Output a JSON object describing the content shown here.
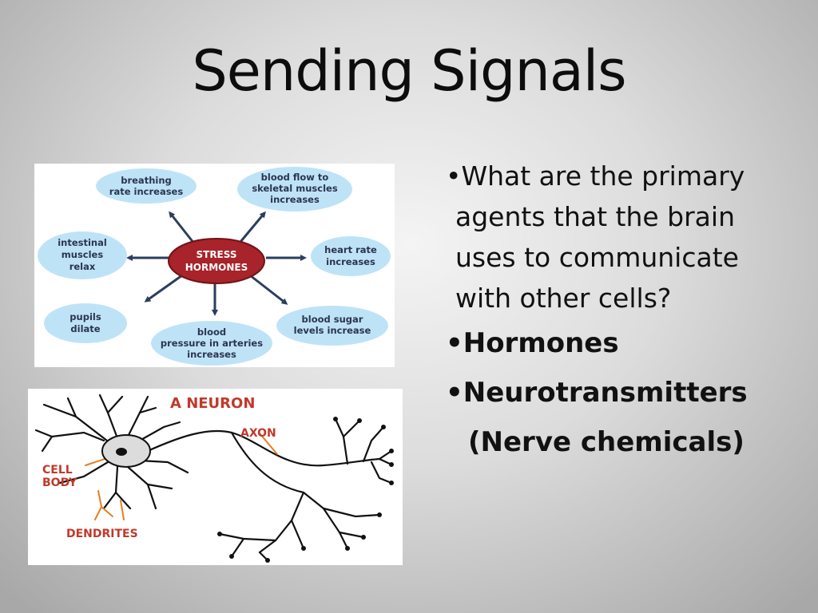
{
  "slide": {
    "title": "Sending Signals",
    "bullet_char": "•",
    "question_lines": [
      "What are the primary",
      "agents that the brain",
      "uses to communicate",
      "with other cells?"
    ],
    "answers": [
      "Hormones",
      "Neurotransmitters"
    ],
    "answer_note": "(Nerve chemicals)"
  },
  "stress_diagram": {
    "center": [
      "STRESS",
      "HORMONES"
    ],
    "effects": {
      "breathing": [
        "breathing",
        "rate increases"
      ],
      "blood_flow": [
        "blood flow to",
        "skeletal muscles",
        "increases"
      ],
      "intestinal": [
        "intestinal",
        "muscles",
        "relax"
      ],
      "heart_rate": [
        "heart rate",
        "increases"
      ],
      "pupils": [
        "pupils",
        "dilate"
      ],
      "blood_pressure": [
        "blood",
        "pressure in arteries",
        "increases"
      ],
      "blood_sugar": [
        "blood sugar",
        "levels increase"
      ]
    },
    "colors": {
      "bubble": "#bfe3f6",
      "center": "#a8232a",
      "arrow": "#2c3e5c"
    }
  },
  "neuron_diagram": {
    "title": "A NEURON",
    "labels": {
      "axon": "AXON",
      "cell_body": [
        "CELL",
        "BODY"
      ],
      "dendrites": "DENDRITES"
    },
    "colors": {
      "label": "#c0392b",
      "pointer": "#e67e22"
    }
  }
}
